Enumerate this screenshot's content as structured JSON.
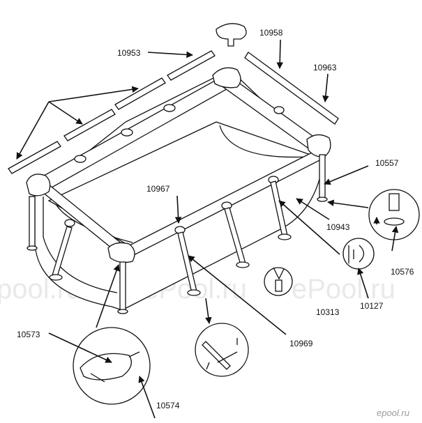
{
  "watermark": {
    "left": "pool.ru",
    "middle": "ePool.ru",
    "right": "ePool.ru"
  },
  "logo": "epool.ru",
  "parts": {
    "p10953": "10953",
    "p10958": "10958",
    "p10963": "10963",
    "p10557": "10557",
    "p10967": "10967",
    "p10943": "10943",
    "p10576": "10576",
    "p10313": "10313",
    "p10127": "10127",
    "p10573": "10573",
    "p10969": "10969",
    "p10574": "10574"
  }
}
